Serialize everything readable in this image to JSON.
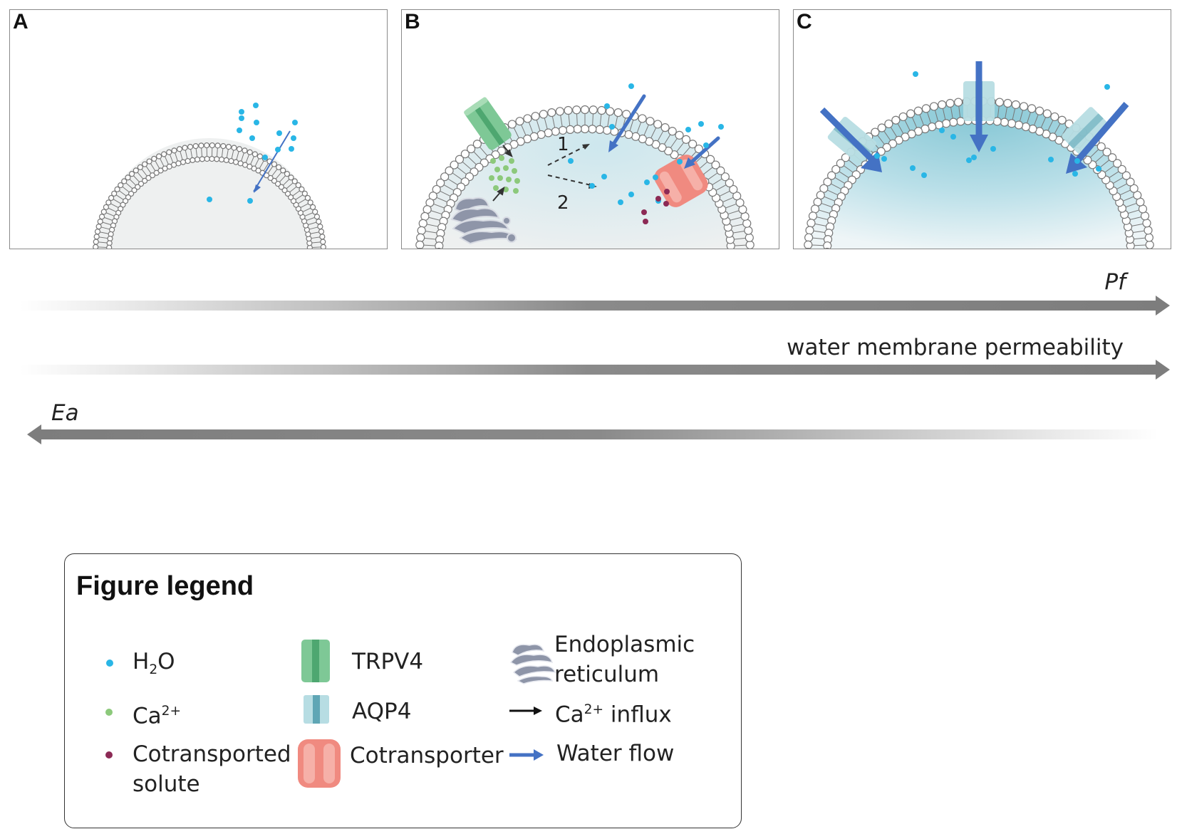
{
  "panels": [
    {
      "letter": "A"
    },
    {
      "letter": "B",
      "path_labels": [
        "1",
        "2"
      ]
    },
    {
      "letter": "C"
    }
  ],
  "axes": {
    "pf": "Pf",
    "water_permeability": "water membrane permeability",
    "ea": "Ea"
  },
  "legend": {
    "title": "Figure legend",
    "h2o": {
      "main": "H",
      "sub": "2",
      "tail": "O"
    },
    "ca": {
      "main": "Ca",
      "sup": "2+"
    },
    "solute": {
      "line1": "Cotransported",
      "line2": "solute"
    },
    "trpv4": "TRPV4",
    "aqp4": "AQP4",
    "cotransporter": "Cotransporter",
    "er": {
      "line1": "Endoplasmic",
      "line2": "reticulum"
    },
    "ca_influx": {
      "main": "Ca",
      "sup": "2+",
      "tail": " influx"
    },
    "water_flow": "Water flow"
  },
  "colors": {
    "water": "#29b6e6",
    "calcium": "#8cc97b",
    "solute": "#8c2a55",
    "water_flow_arrow": "#4472c4",
    "cell_fill": "#eef0f0",
    "trpv4": "#7ec896",
    "aqp4": "#b7dde3",
    "cotransporter": "#f08a80",
    "er": "#8e95a8",
    "axis_arrow": "#7d7d7d"
  }
}
